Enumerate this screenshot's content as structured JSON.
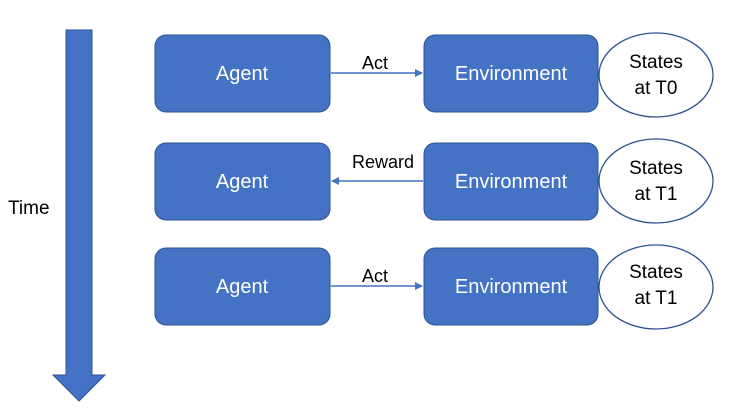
{
  "time_label": "Time",
  "colors": {
    "box_fill": "#4472C4",
    "box_stroke": "#2F528F",
    "arrow": "#4472C4",
    "state_stroke": "#2F528F"
  },
  "rows": [
    {
      "agent": "Agent",
      "environment": "Environment",
      "arrow_label": "Act",
      "direction": "agent-to-environment",
      "state_line1": "States",
      "state_line2": "at T0"
    },
    {
      "agent": "Agent",
      "environment": "Environment",
      "arrow_label": "Reward",
      "direction": "environment-to-agent",
      "state_line1": "States",
      "state_line2": "at T1"
    },
    {
      "agent": "Agent",
      "environment": "Environment",
      "arrow_label": "Act",
      "direction": "agent-to-environment",
      "state_line1": "States",
      "state_line2": "at T1"
    }
  ]
}
